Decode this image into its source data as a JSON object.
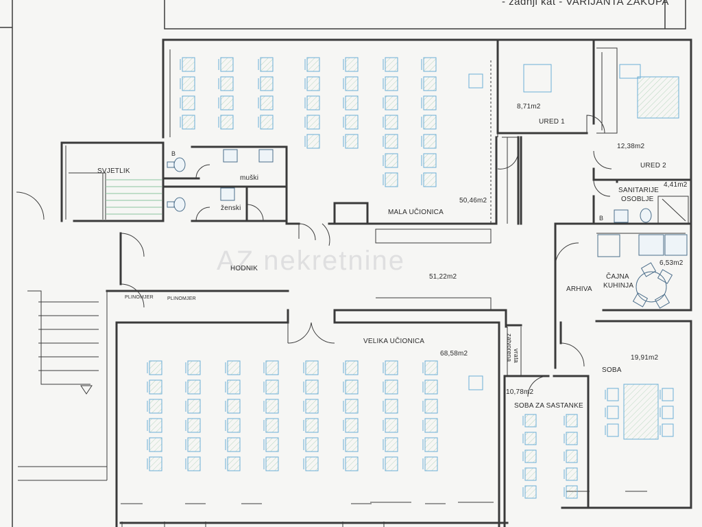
{
  "header": {
    "text": "- zadnji kat - VARIJANTA ZAKUPA"
  },
  "watermark": {
    "text": "AZ nekretnine"
  },
  "colors": {
    "line": "#3a3a3a",
    "desk": "#6aaed6",
    "hatch": "#9cc9a8",
    "bg": "#f6f6f4"
  },
  "rooms": {
    "ured1": {
      "name": "URED 1",
      "area": "8,71m2"
    },
    "ured2": {
      "name": "URED 2",
      "area": "12,38m2"
    },
    "sanitarije": {
      "name_line1": "SANITARIJE",
      "name_line2": "OSOBLJE",
      "area": "4,41m2"
    },
    "svjetlik": {
      "name": "SVJETLIK"
    },
    "muski": {
      "name": "muški"
    },
    "zenski": {
      "name": "ženski"
    },
    "mala_ucionica": {
      "name": "MALA UČIONICA",
      "area": "50,46m2"
    },
    "hodnik": {
      "name": "HODNIK",
      "area": "51,22m2"
    },
    "cajna_kuhinja": {
      "name_line1": "ČAJNA",
      "name_line2": "KUHINJA",
      "area": "6,53m2"
    },
    "arhiva": {
      "name": "ARHIVA"
    },
    "velika_ucionica": {
      "name": "VELIKA UČIONICA",
      "area": "68,58m2"
    },
    "soba_za_sastanke": {
      "name": "SOBA ZA SASTANKE",
      "area": "10,78m2"
    },
    "soba": {
      "name": "SOBA",
      "area": "19,91m2"
    }
  },
  "markers": {
    "b1": "B",
    "b2": "B",
    "plinomjer1": "PLINOMJER",
    "plinomjer2": "PLINOMJER",
    "zatvorena_vrata_1": "zatvorena",
    "zatvorena_vrata_2": "vrata"
  }
}
